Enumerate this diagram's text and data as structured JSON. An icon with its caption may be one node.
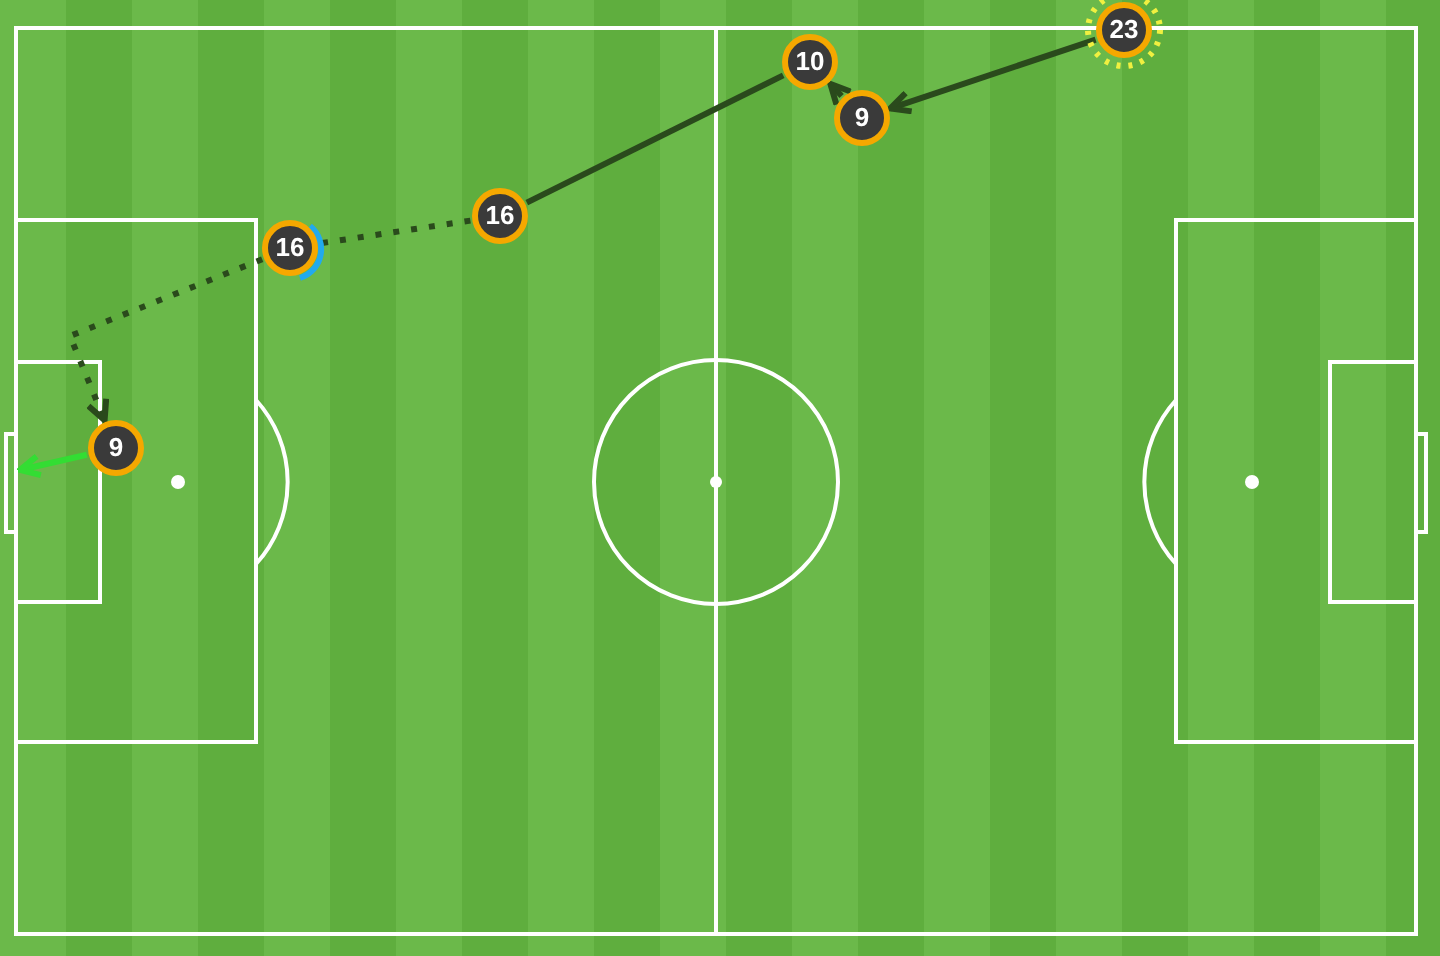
{
  "diagram": {
    "nodes": [
      {
        "text": [
          "23"
        ]
      },
      {
        "text": [
          "10"
        ]
      },
      {
        "text": [
          "9"
        ]
      },
      {
        "text": [
          "16"
        ]
      },
      {
        "text": [
          "16"
        ]
      },
      {
        "text": [
          "9"
        ]
      }
    ],
    "edges": [
      {
        "from": 0,
        "to": 2,
        "arrow": "to"
      },
      {
        "from": 2,
        "to": 1,
        "arrow": "to"
      },
      {
        "from": 1,
        "to": 3,
        "arrow": "none"
      },
      {
        "from": 3,
        "to": 4,
        "arrow": "none",
        "style": "dashed"
      },
      {
        "from": 4,
        "to": 5,
        "arrow": "to",
        "style": "dashed"
      },
      {
        "from": 5,
        "to": null,
        "arrow": "to",
        "color": "#33dd33"
      }
    ]
  }
}
